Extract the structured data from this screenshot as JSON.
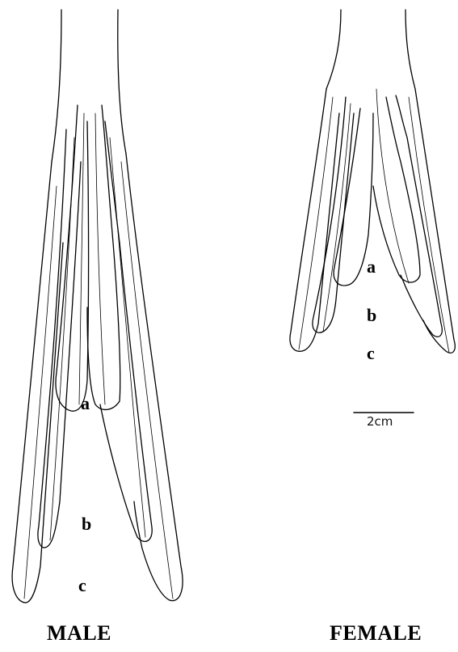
{
  "figure": {
    "male": {
      "title": "MALE",
      "labels": {
        "a": "a",
        "b": "b",
        "c": "c"
      }
    },
    "female": {
      "title": "FEMALE",
      "labels": {
        "a": "a",
        "b": "b",
        "c": "c"
      }
    },
    "scale_bar": {
      "text": "2cm"
    },
    "colors": {
      "ink": "#000000",
      "background": "#ffffff"
    }
  }
}
